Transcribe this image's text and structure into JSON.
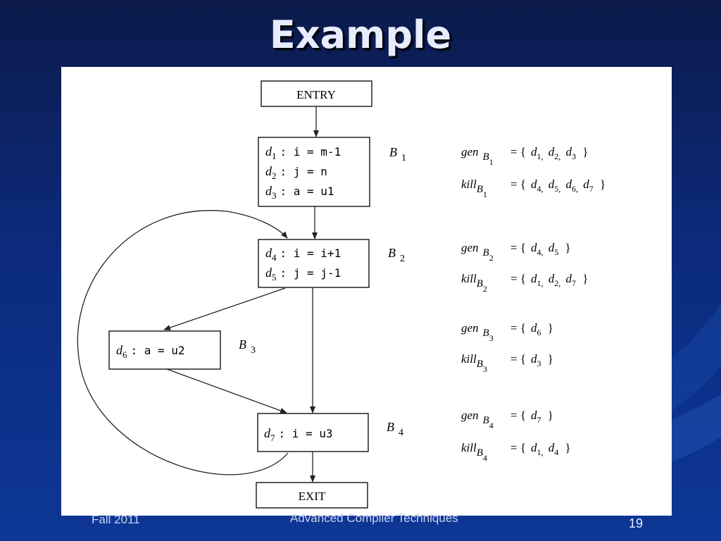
{
  "slide": {
    "title": "Example",
    "footer_left": "Fall 2011",
    "footer_center": "Advanced Compiler Techniques",
    "page_number": "19"
  },
  "diagram": {
    "entry_label": "ENTRY",
    "exit_label": "EXIT",
    "blocks": {
      "B1": {
        "name": "B",
        "sub": "1",
        "lines": [
          {
            "def": "d",
            "sub": "1",
            "code": ": i = m-1"
          },
          {
            "def": "d",
            "sub": "2",
            "code": ": j = n"
          },
          {
            "def": "d",
            "sub": "3",
            "code": ": a = u1"
          }
        ]
      },
      "B2": {
        "name": "B",
        "sub": "2",
        "lines": [
          {
            "def": "d",
            "sub": "4",
            "code": ": i = i+1"
          },
          {
            "def": "d",
            "sub": "5",
            "code": ": j = j-1"
          }
        ]
      },
      "B3": {
        "name": "B",
        "sub": "3",
        "lines": [
          {
            "def": "d",
            "sub": "6",
            "code": ": a = u2"
          }
        ]
      },
      "B4": {
        "name": "B",
        "sub": "4",
        "lines": [
          {
            "def": "d",
            "sub": "7",
            "code": ": i = u3"
          }
        ]
      }
    },
    "sets": {
      "B1": {
        "gen_word": "gen",
        "kill_word": "kill",
        "block": "B",
        "block_sub": "1",
        "gen": [
          "1",
          "2",
          "3"
        ],
        "kill": [
          "4",
          "5",
          "6",
          "7"
        ]
      },
      "B2": {
        "gen_word": "gen",
        "kill_word": "kill",
        "block": "B",
        "block_sub": "2",
        "gen": [
          "4",
          "5"
        ],
        "kill": [
          "1",
          "2",
          "7"
        ]
      },
      "B3": {
        "gen_word": "gen",
        "kill_word": "kill",
        "block": "B",
        "block_sub": "3",
        "gen": [
          "6"
        ],
        "kill": [
          "3"
        ]
      },
      "B4": {
        "gen_word": "gen",
        "kill_word": "kill",
        "block": "B",
        "block_sub": "4",
        "gen": [
          "7"
        ],
        "kill": [
          "1",
          "4"
        ]
      }
    }
  }
}
